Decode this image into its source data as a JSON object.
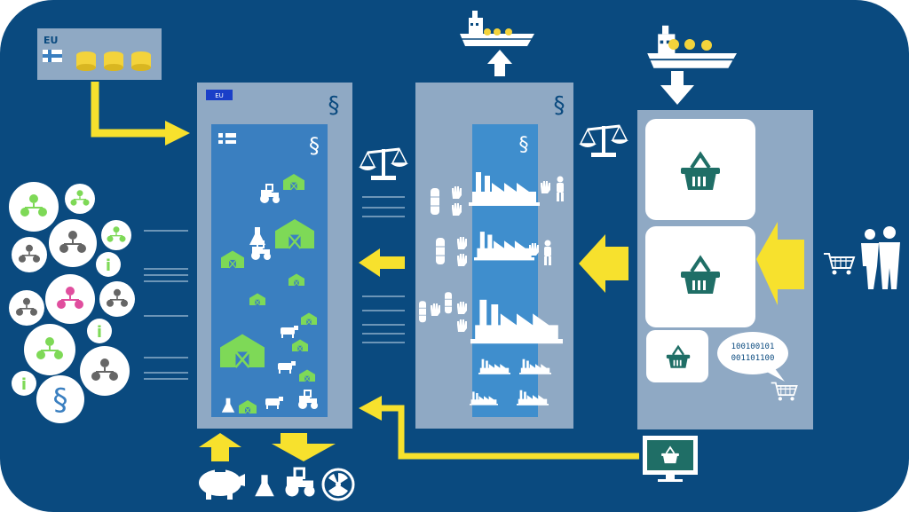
{
  "colors": {
    "background": "#0a4a7f",
    "panel_light": "#8fa9c4",
    "panel_blue": "#3a7fc0",
    "factory_strip": "#3f8ecd",
    "arrow_yellow": "#f7e12d",
    "green": "#7ed957",
    "teal": "#1f6e66",
    "white": "#ffffff",
    "pink": "#e04e9e",
    "coin": "#f3d33b"
  },
  "eu_funding": {
    "eu_label": "EU"
  },
  "regulation_panel": {
    "eu_tag": "EU",
    "paragraph_symbol": "§"
  },
  "national_panel": {
    "paragraph_symbol": "§"
  },
  "industry_panel": {
    "paragraph_symbol": "§",
    "inner_paragraph_symbol": "§"
  },
  "stakeholders": {
    "paragraph_symbol": "§",
    "info_symbol": "i"
  },
  "digital": {
    "binary_line_1": "100100101",
    "binary_line_2": "001101100"
  }
}
